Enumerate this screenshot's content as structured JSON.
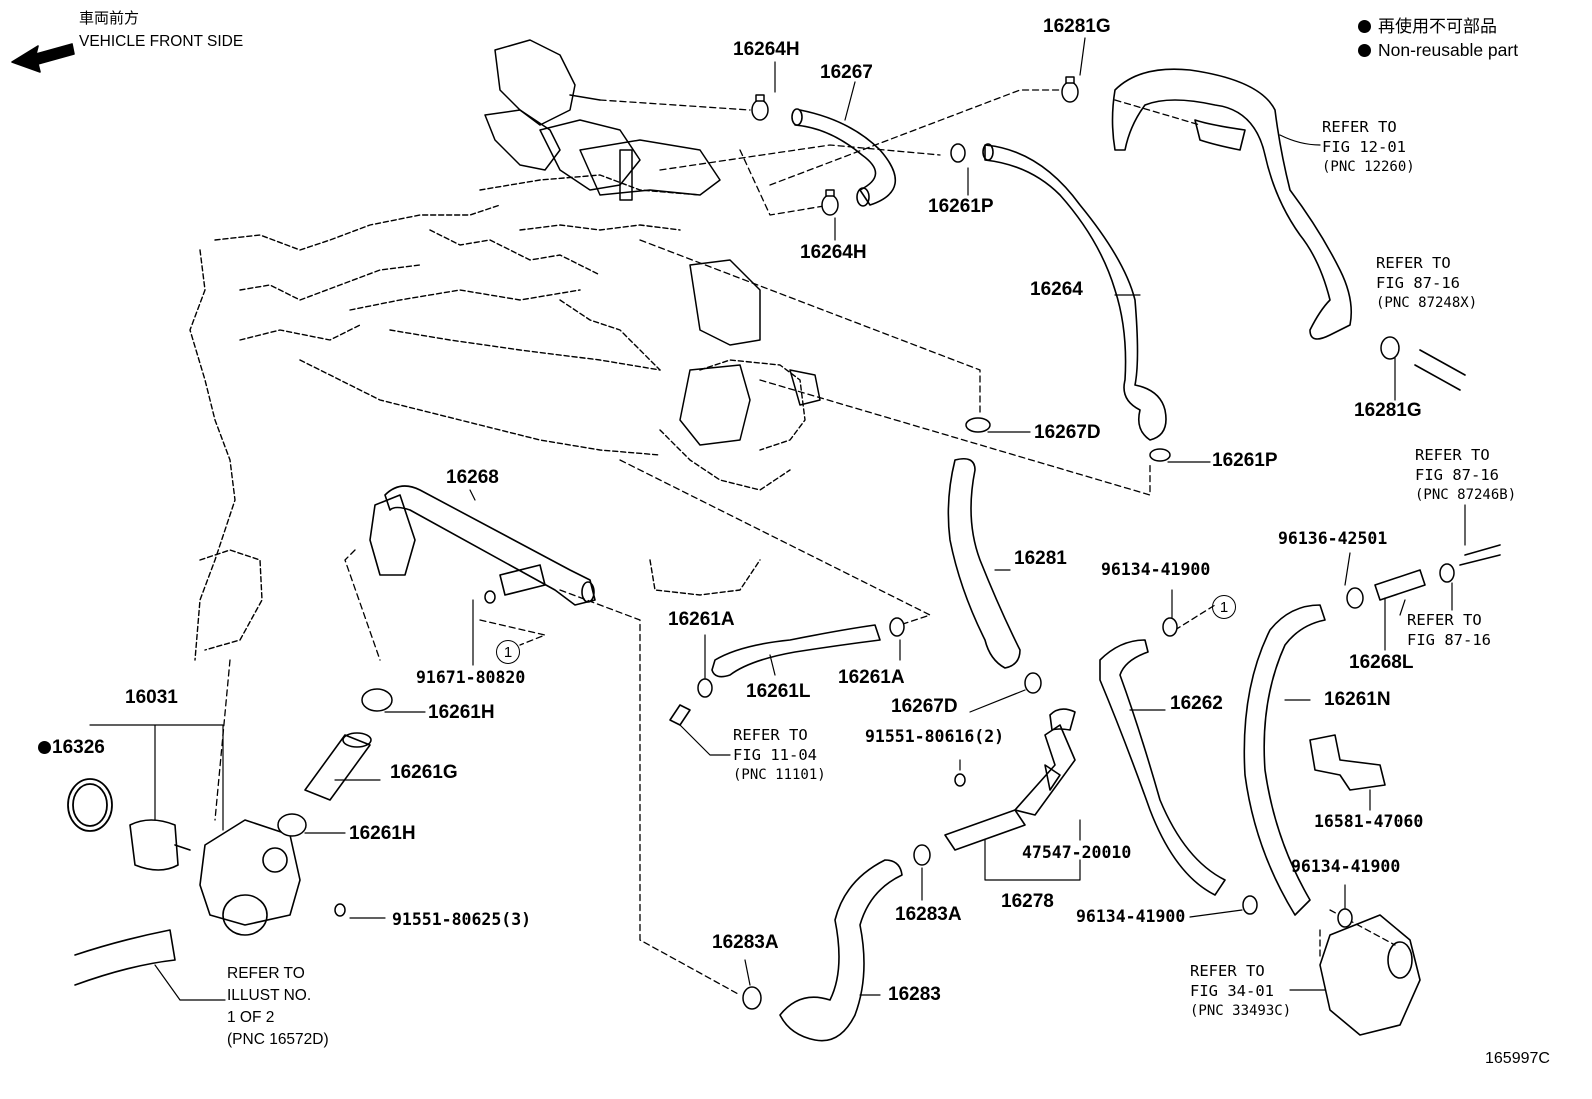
{
  "header": {
    "direction_jp": "車両前方",
    "direction_en": "VEHICLE FRONT SIDE"
  },
  "legend": {
    "jp": "再使用不可部品",
    "en": "Non-reusable part"
  },
  "figure_id": "165997C",
  "callout_circle": "1",
  "parts": {
    "p16264H_top": "16264H",
    "p16267": "16267",
    "p16281G_top": "16281G",
    "p16261P_top": "16261P",
    "p16264H_bot": "16264H",
    "p16264": "16264",
    "p16281G_right": "16281G",
    "p16267D_top": "16267D",
    "p16261P_mid": "16261P",
    "p16268": "16268",
    "p16281": "16281",
    "p96136_42501": "96136-42501",
    "p96134_41900_a": "96134-41900",
    "p16261A_left": "16261A",
    "p16261L": "16261L",
    "p16261A_right": "16261A",
    "p16268L": "16268L",
    "p91671_80820": "91671-80820",
    "p16031": "16031",
    "p16261H_a": "16261H",
    "p16267D_bot": "16267D",
    "p16262": "16262",
    "p16261N": "16261N",
    "p16326": "16326",
    "p16261G": "16261G",
    "p91551_80616": "91551-80616(2)",
    "p16581_47060": "16581-47060",
    "p16261H_b": "16261H",
    "p47547_20010": "47547-20010",
    "p96134_41900_b": "96134-41900",
    "p91551_80625": "91551-80625(3)",
    "p16283A_a": "16283A",
    "p16278": "16278",
    "p96134_41900_c": "96134-41900",
    "p16283A_b": "16283A",
    "p16283": "16283"
  },
  "refs": {
    "fig1201": [
      "REFER TO",
      "FIG 12-01",
      "(PNC 12260)"
    ],
    "fig8716a": [
      "REFER TO",
      "FIG 87-16",
      "(PNC 87248X)"
    ],
    "fig8716b": [
      "REFER TO",
      "FIG 87-16",
      "(PNC 87246B)"
    ],
    "fig8716c": [
      "REFER TO",
      "FIG 87-16"
    ],
    "fig1104": [
      "REFER TO",
      "FIG 11-04",
      "(PNC 11101)"
    ],
    "fig3401": [
      "REFER TO",
      "FIG 34-01",
      "(PNC 33493C)"
    ],
    "illust": [
      "REFER TO",
      "ILLUST NO.",
      "1 OF 2",
      "(PNC 16572D)"
    ]
  }
}
